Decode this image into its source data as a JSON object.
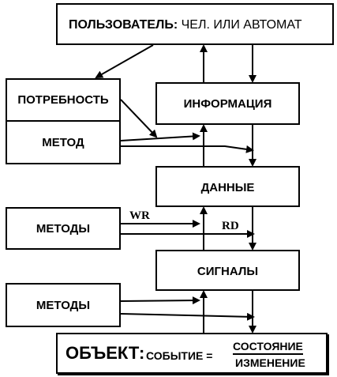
{
  "user_box": {
    "bold": "ПОЛЬЗОВАТЕЛЬ:",
    "rest": "ЧЕЛ. ИЛИ АВТОМАТ"
  },
  "need_box": {
    "label": "ПОТРЕБНОСТЬ"
  },
  "method_box": {
    "label": "МЕТОД"
  },
  "information_box": {
    "label": "ИНФОРМАЦИЯ"
  },
  "data_box": {
    "label": "ДАННЫЕ"
  },
  "methods_box_1": {
    "label": "МЕТОДЫ"
  },
  "signals_box": {
    "label": "СИГНАЛЫ"
  },
  "methods_box_2": {
    "label": "МЕТОДЫ"
  },
  "object_box": {
    "title": "ОБЪЕКТ:",
    "event": "СОБЫТИЕ =",
    "numerator": "СОСТОЯНИЕ",
    "denominator": "ИЗМЕНЕНИЕ"
  },
  "labels": {
    "write": "WR",
    "read": "RD"
  }
}
